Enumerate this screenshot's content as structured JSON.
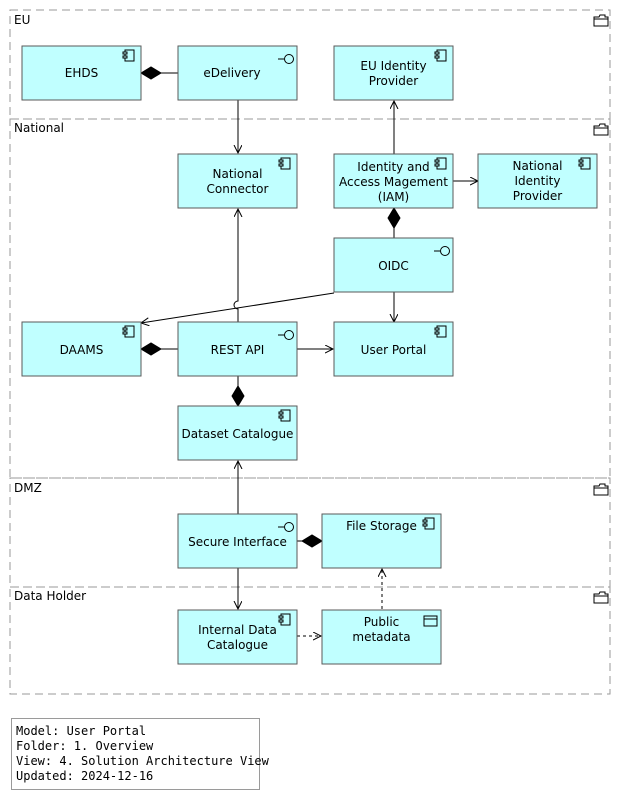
{
  "groups": {
    "eu": "EU",
    "national": "National",
    "dmz": "DMZ",
    "data_holder": "Data Holder"
  },
  "nodes": {
    "ehds": [
      "EHDS"
    ],
    "edelivery": [
      "eDelivery"
    ],
    "eu_identity_provider": [
      "EU Identity",
      "Provider"
    ],
    "national_connector": [
      "National",
      "Connector"
    ],
    "iam": [
      "Identity and",
      "Access Magement",
      "(IAM)"
    ],
    "national_identity_provider": [
      "National",
      "Identity",
      "Provider"
    ],
    "oidc": [
      "OIDC"
    ],
    "daams": [
      "DAAMS"
    ],
    "rest_api": [
      "REST API"
    ],
    "user_portal": [
      "User Portal"
    ],
    "dataset_catalogue": [
      "Dataset Catalogue"
    ],
    "secure_interface": [
      "Secure Interface"
    ],
    "file_storage": [
      "File Storage"
    ],
    "internal_data_catalogue": [
      "Internal Data",
      "Catalogue"
    ],
    "public_metadata": [
      "Public",
      "metadata"
    ]
  },
  "info": {
    "model": "Model: User Portal",
    "folder": "Folder: 1. Overview",
    "view": "View: 4. Solution Architecture View",
    "updated": "Updated: 2024-12-16"
  }
}
